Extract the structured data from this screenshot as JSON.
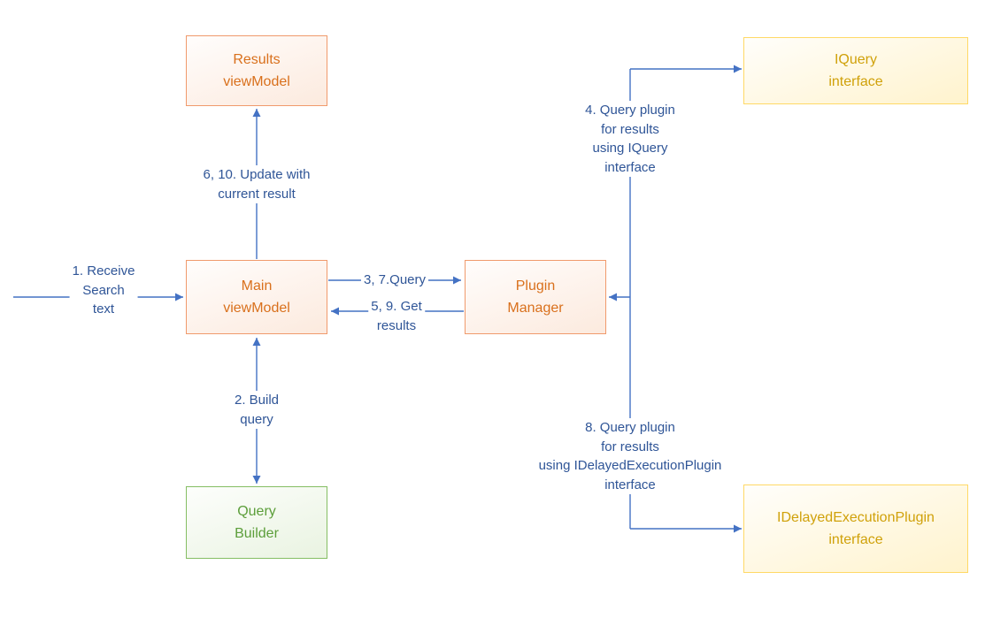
{
  "diagram": {
    "nodes": {
      "results_viewmodel": {
        "lines": [
          "Results",
          "viewModel"
        ]
      },
      "iquery_interface": {
        "lines": [
          "IQuery",
          "interface"
        ]
      },
      "main_viewmodel": {
        "lines": [
          "Main",
          "viewModel"
        ]
      },
      "plugin_manager": {
        "lines": [
          "Plugin",
          "Manager"
        ]
      },
      "query_builder": {
        "lines": [
          "Query",
          "Builder"
        ]
      },
      "idelayedexecutionplugin_interface": {
        "lines": [
          "IDelayedExecutionPlugin",
          "interface"
        ]
      }
    },
    "labels": {
      "receive_search": {
        "lines": [
          "1. Receive",
          "Search",
          "text"
        ]
      },
      "update_result": {
        "lines": [
          "6, 10. Update with",
          "current result"
        ]
      },
      "query": {
        "lines": [
          "3, 7.Query"
        ]
      },
      "get_results": {
        "lines": [
          "5, 9. Get",
          "results"
        ]
      },
      "build_query": {
        "lines": [
          "2. Build",
          "query"
        ]
      },
      "query_iquery": {
        "lines": [
          "4. Query plugin",
          "for results",
          "using IQuery",
          "interface"
        ]
      },
      "query_idelayed": {
        "lines": [
          "8. Query plugin",
          "for results",
          "using IDelayedExecutionPlugin",
          "interface"
        ]
      }
    },
    "colors": {
      "connector_blue": "#4472C4",
      "label_text_blue": "#2F5597",
      "orange_node_border": "#F09A6C",
      "orange_node_text": "#D9701C",
      "gold_node_border": "#FFD966",
      "gold_node_text": "#D0A10A",
      "green_node_border": "#85BE63",
      "green_node_text": "#5C9E3A",
      "background": "#FFFFFF"
    }
  }
}
